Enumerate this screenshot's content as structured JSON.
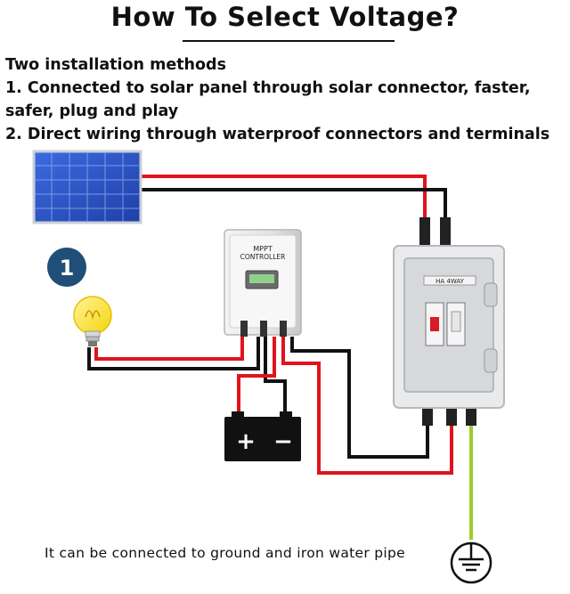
{
  "title": "How To Select Voltage?",
  "intro": {
    "heading": "Two installation methods",
    "line1": "1. Connected to solar panel through solar connector, faster,",
    "line1b": "safer, plug and play",
    "line2": "2. Direct wiring through waterproof connectors and terminals"
  },
  "controller": {
    "label_line1": "MPPT",
    "label_line2": "CONTROLLER"
  },
  "combiner_box": {
    "label": "HA 4WAY"
  },
  "battery": {
    "plus": "+",
    "minus": "−"
  },
  "step_badge": "1",
  "footnote": "It can be connected to ground and iron water pipe",
  "icons": [
    "solar-panel-icon",
    "light-bulb-icon",
    "battery-icon",
    "ground-symbol-icon",
    "mppt-controller-icon",
    "combiner-box-icon"
  ],
  "colors": {
    "wire_red": "#e0141c",
    "wire_black": "#111111",
    "wire_ground": "#9ccc2a",
    "badge": "#1f4e79",
    "panel_blue": "#2f56c8"
  }
}
